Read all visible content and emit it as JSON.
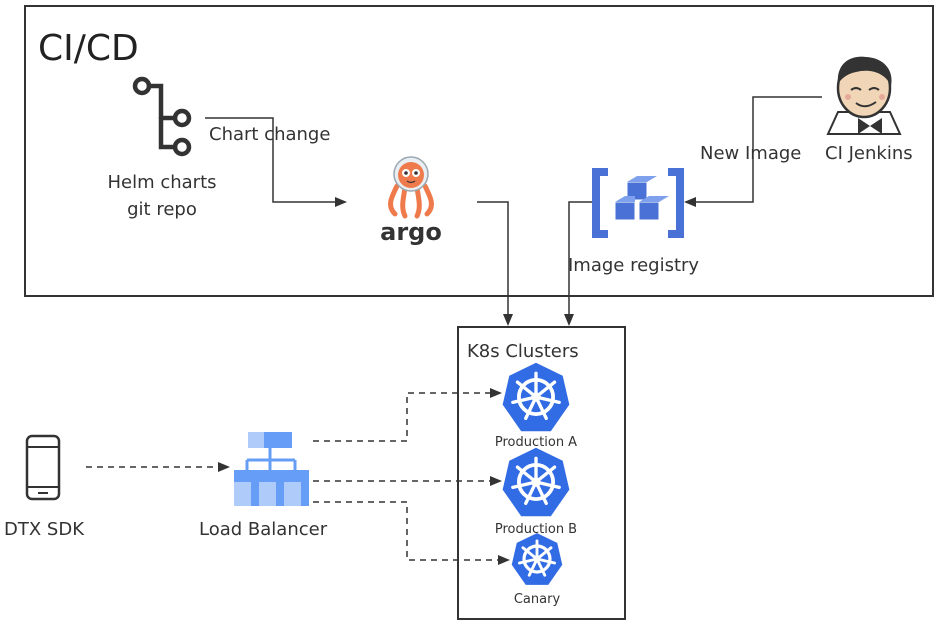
{
  "cicd": {
    "title": "CI/CD"
  },
  "nodes": {
    "helm": {
      "line1": "Helm charts",
      "line2": "git repo"
    },
    "argo": {
      "logo_text": "argo"
    },
    "registry": {
      "label": "Image registry"
    },
    "jenkins": {
      "label": "CI Jenkins"
    },
    "k8s": {
      "title": "K8s Clusters"
    },
    "prod_a": {
      "label": "Production A"
    },
    "prod_b": {
      "label": "Production B"
    },
    "canary": {
      "label": "Canary"
    },
    "load_balancer": {
      "label": "Load Balancer"
    },
    "sdk": {
      "label": "DTX SDK"
    }
  },
  "edges": {
    "chart_change": {
      "label": "Chart change"
    },
    "new_image": {
      "label": "New Image"
    }
  },
  "colors": {
    "k8s_blue": "#326CE5",
    "registry_blue": "#4A72D6",
    "lb_light": "#AECBFA",
    "lb_dark": "#669DF6",
    "argo_orange": "#EF7B4D",
    "line": "#333333"
  },
  "icons": {
    "helm": "git-branch-icon",
    "argo": "argo-octopus-logo",
    "registry": "cube-registry-icon",
    "jenkins": "jenkins-butler-icon",
    "k8s": "kubernetes-helm-wheel-icon",
    "load_balancer": "load-balancer-icon",
    "sdk": "mobile-phone-icon"
  }
}
